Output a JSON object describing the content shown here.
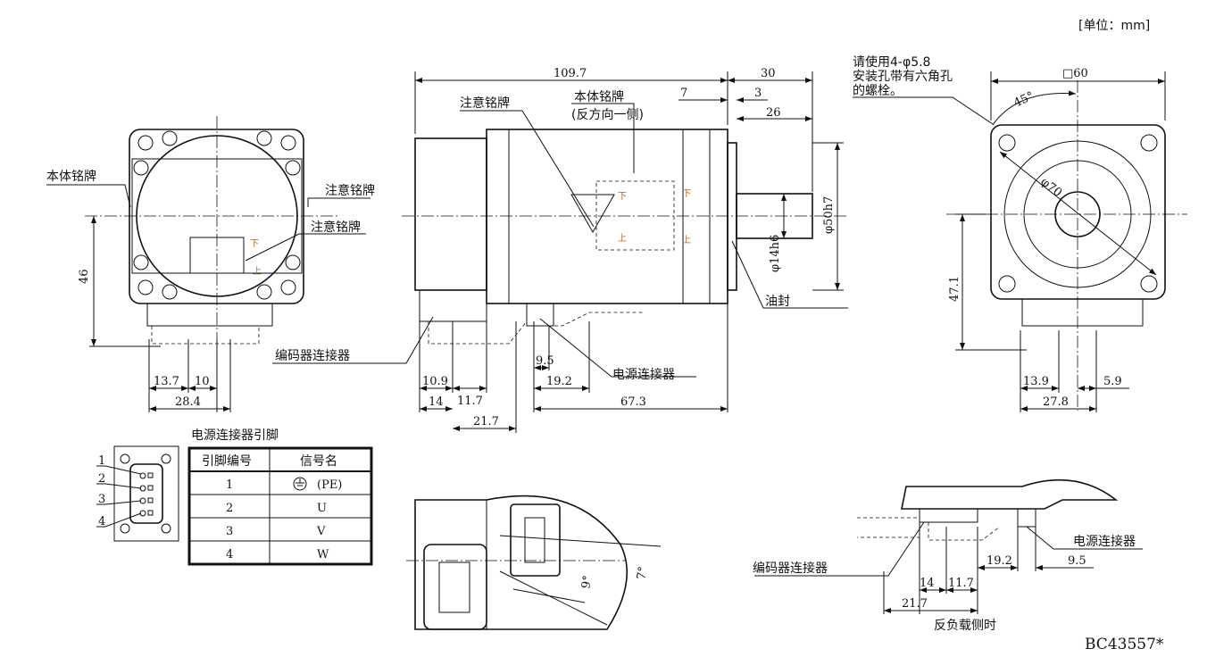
{
  "unit_label": "[单位：mm]",
  "drawing_number": "BC43557*",
  "front_view": {
    "body_nameplate": "本体铭牌",
    "caution_nameplate_1": "注意铭牌",
    "caution_nameplate_2": "注意铭牌",
    "dim_46": "46",
    "dim_13_7": "13.7",
    "dim_10": "10",
    "dim_28_4": "28.4",
    "down": "下",
    "up": "上",
    "encoder_connector": "编码器连接器"
  },
  "side_view": {
    "dim_109_7": "109.7",
    "dim_30": "30",
    "dim_7": "7",
    "dim_3": "3",
    "dim_26": "26",
    "caution_nameplate": "注意铭牌",
    "body_nameplate": "本体铭牌",
    "opposite_side": "(反方向一侧)",
    "down1": "下",
    "up1": "上",
    "down2": "下",
    "up2": "上",
    "phi50": "φ50h7",
    "phi14": "φ14h6",
    "oil_seal": "油封",
    "dim_9_5": "9.5",
    "dim_19_2": "19.2",
    "power_connector": "电源连接器",
    "dim_10_9": "10.9",
    "dim_11_7": "11.7",
    "dim_14": "14",
    "dim_21_7": "21.7",
    "dim_67_3": "67.3"
  },
  "flange_view": {
    "note_line1": "请使用4-φ5.8",
    "note_line2": "安装孔带有六角孔",
    "note_line3": "的螺栓。",
    "square_60": "□60",
    "angle_45": "45°",
    "phi70": "φ70",
    "dim_47_1": "47.1",
    "dim_13_9": "13.9",
    "dim_5_9": "5.9",
    "dim_27_8": "27.8"
  },
  "pin_table": {
    "title": "电源连接器引脚",
    "headers": [
      "引脚编号",
      "信号名"
    ],
    "rows": [
      {
        "pin": "1",
        "signal": "(PE)"
      },
      {
        "pin": "2",
        "signal": "U"
      },
      {
        "pin": "3",
        "signal": "V"
      },
      {
        "pin": "4",
        "signal": "W"
      }
    ],
    "callouts": [
      "1",
      "2",
      "3",
      "4"
    ]
  },
  "bottom_view": {
    "angle_9": "9°",
    "angle_7": "7°"
  },
  "reverse_view": {
    "power_connector": "电源连接器",
    "encoder_connector": "编码器连接器",
    "dim_19_2": "19.2",
    "dim_9_5": "9.5",
    "dim_14": "14",
    "dim_11_7": "11.7",
    "dim_21_7": "21.7",
    "caption": "反负载侧时"
  }
}
